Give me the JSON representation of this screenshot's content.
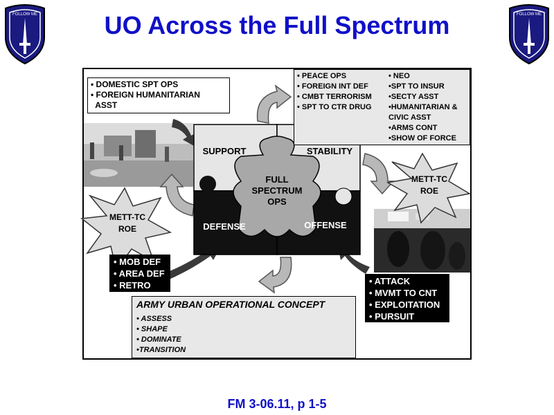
{
  "title": "UO Across the Full Spectrum",
  "footer": "FM 3-06.11, p 1-5",
  "logo_motto": "FOLLOW ME",
  "puzzle": {
    "support": "SUPPORT",
    "stability": "STABILITY",
    "defense": "DEFENSE",
    "offense": "OFFENSE",
    "center": [
      "FULL",
      "SPECTRUM",
      "OPS"
    ]
  },
  "support_box": [
    "• DOMESTIC SPT OPS",
    "• FOREIGN HUMANITARIAN",
    "  ASST"
  ],
  "stability_box": {
    "left": [
      "• PEACE OPS",
      "• FOREIGN INT DEF",
      "• CMBT TERRORISM",
      "• SPT TO CTR DRUG"
    ],
    "right": [
      "• NEO",
      "•SPT TO INSUR",
      "•SECTY ASST",
      "•HUMANITARIAN &",
      "CIVIC ASST",
      "•ARMS CONT",
      "•SHOW OF FORCE"
    ]
  },
  "defense_box": [
    "• MOB DEF",
    "• AREA DEF",
    "• RETRO"
  ],
  "offense_box": [
    "• ATTACK",
    "• MVMT TO CNT",
    "• EXPLOITATION",
    "• PURSUIT"
  ],
  "mett_left": [
    "METT-TC",
    "ROE"
  ],
  "mett_right": [
    "METT-TC",
    "ROE"
  ],
  "concept": {
    "title": "ARMY URBAN OPERATIONAL CONCEPT",
    "items": [
      "• ASSESS",
      "• SHAPE",
      "• DOMINATE",
      "•TRANSITION"
    ]
  },
  "colors": {
    "title": "#1010c8",
    "logo": "#1a1a80",
    "dark_piece": "#111111",
    "light_piece": "#e6e6e6",
    "center_piece": "#a8a8a8"
  }
}
